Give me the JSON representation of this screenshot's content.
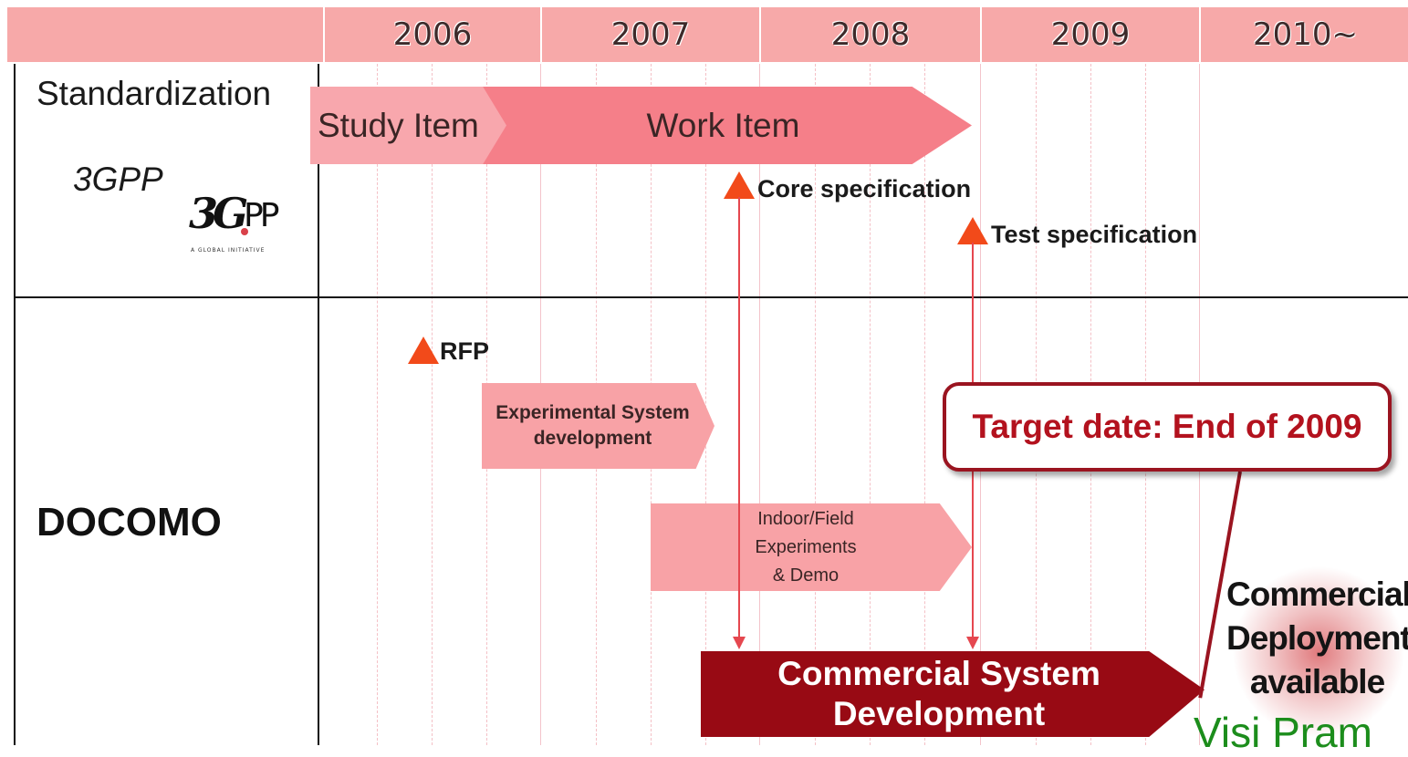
{
  "years": [
    "2006",
    "2007",
    "2008",
    "2009",
    "2010~"
  ],
  "rows": {
    "standardization": {
      "label": "Standardization",
      "org": "3GPP",
      "logo_text": "3GPP",
      "logo_tagline": "A GLOBAL INITIATIVE"
    },
    "docomo": {
      "label": "DOCOMO"
    }
  },
  "phases": {
    "study_item": "Study Item",
    "work_item": "Work Item",
    "experimental": [
      "Experimental System",
      "development"
    ],
    "indoor": [
      "Indoor/Field",
      "Experiments",
      "& Demo"
    ],
    "commercial_dev": [
      "Commercial System",
      "Development"
    ]
  },
  "milestones": {
    "core_spec": "Core specification",
    "test_spec": "Test specification",
    "rfp": "RFP"
  },
  "callout": {
    "target": "Target date: End of 2009",
    "deployment": [
      "Commercial",
      "Deployment",
      "available"
    ]
  },
  "watermark": "Visi Pram",
  "colors": {
    "header": "#f7a9a9",
    "study_item": "#f8a7ad",
    "work_item": "#f57f89",
    "light_phase": "#f8a2a6",
    "commercial": "#980a14",
    "milestone": "#f24a1a",
    "target_text": "#b3121e",
    "watermark": "#1c8d1c"
  }
}
